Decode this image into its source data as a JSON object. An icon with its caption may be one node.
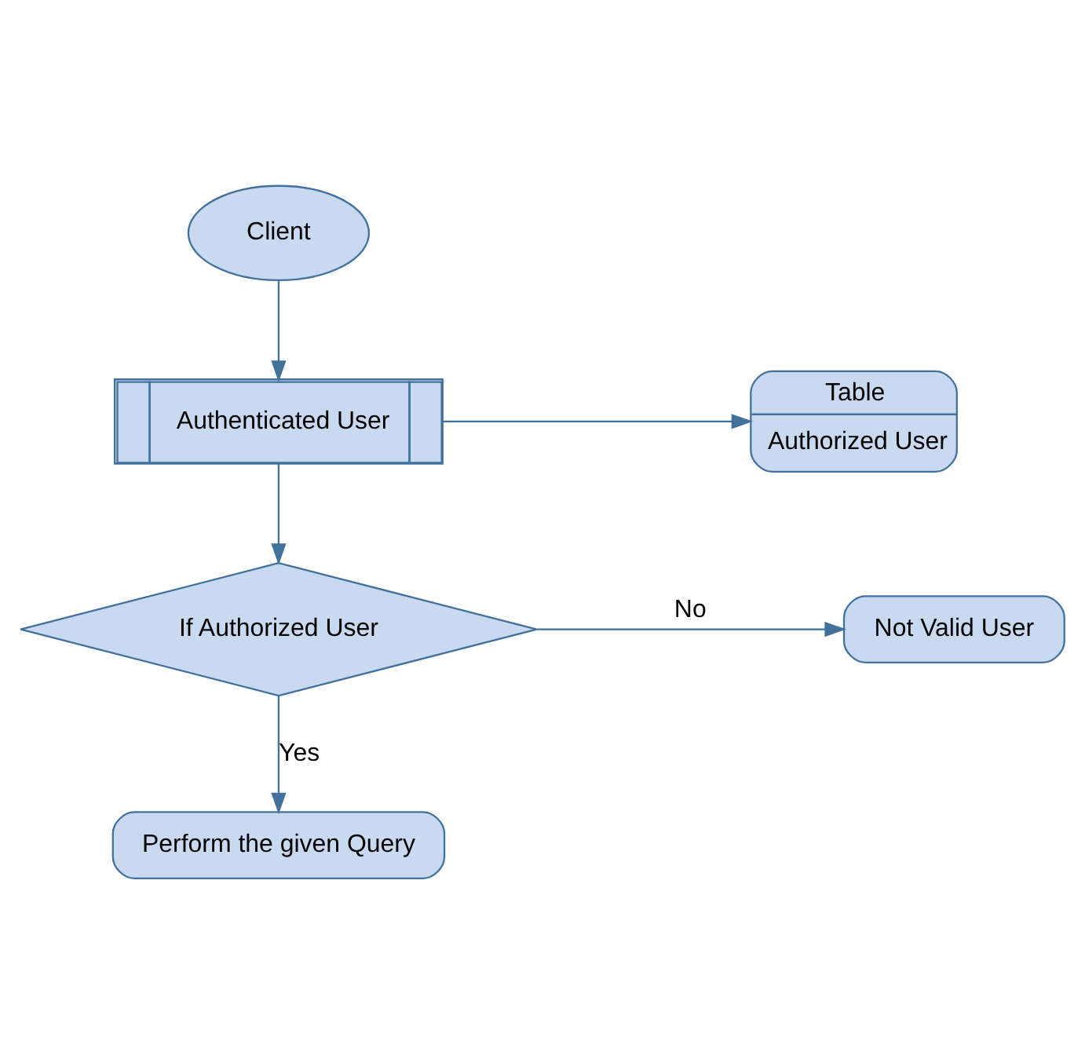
{
  "diagram": {
    "nodes": [
      {
        "text": [
          "Client"
        ]
      },
      {
        "text": [
          "Authenticated User"
        ]
      },
      {
        "text": [
          "Table",
          "Authorized User"
        ]
      },
      {
        "text": [
          "If Authorized User"
        ]
      },
      {
        "text": [
          "Not Valid User"
        ]
      },
      {
        "text": [
          "Perform the given Query"
        ]
      }
    ],
    "edges": [
      {
        "from": 0,
        "to": 1,
        "arrow": "to"
      },
      {
        "from": 1,
        "to": 2,
        "arrow": "to"
      },
      {
        "from": 1,
        "to": 3,
        "arrow": "to"
      },
      {
        "from": 3,
        "to": 4,
        "arrow": "to",
        "label": "No"
      },
      {
        "from": 3,
        "to": 5,
        "arrow": "to",
        "label": "Yes"
      }
    ]
  }
}
